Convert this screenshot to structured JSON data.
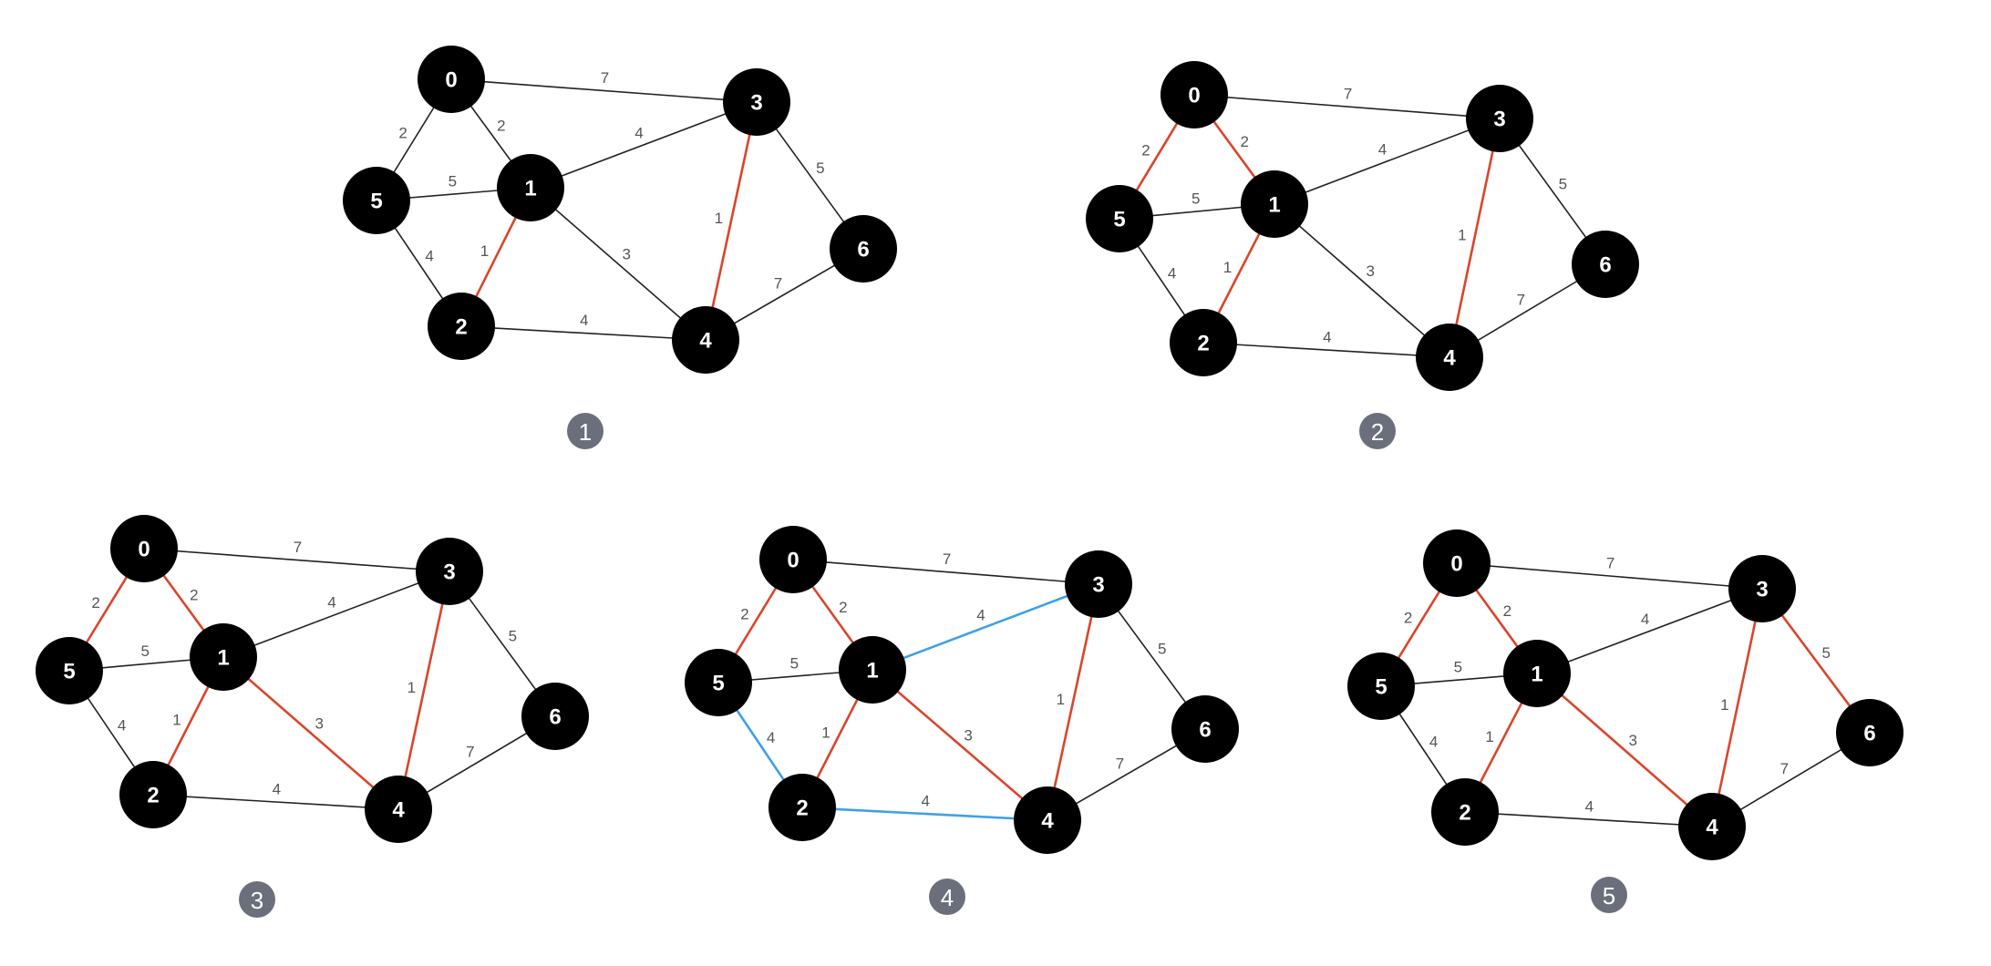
{
  "colors": {
    "normal_edge": "#222222",
    "tree_edge": "#d9452b",
    "candidate_edge": "#3fa0e6",
    "node_fill": "#000000",
    "step_badge": "#6b6f7b"
  },
  "graph": {
    "nodes": [
      "0",
      "1",
      "2",
      "3",
      "4",
      "5",
      "6"
    ],
    "edges": [
      {
        "id": "0-3",
        "from": "0",
        "to": "3",
        "weight": "7"
      },
      {
        "id": "0-5",
        "from": "0",
        "to": "5",
        "weight": "2"
      },
      {
        "id": "0-1",
        "from": "0",
        "to": "1",
        "weight": "2"
      },
      {
        "id": "5-1",
        "from": "5",
        "to": "1",
        "weight": "5"
      },
      {
        "id": "1-3",
        "from": "1",
        "to": "3",
        "weight": "4"
      },
      {
        "id": "5-2",
        "from": "5",
        "to": "2",
        "weight": "4"
      },
      {
        "id": "1-2",
        "from": "1",
        "to": "2",
        "weight": "1"
      },
      {
        "id": "1-4",
        "from": "1",
        "to": "4",
        "weight": "3"
      },
      {
        "id": "3-4",
        "from": "3",
        "to": "4",
        "weight": "1"
      },
      {
        "id": "3-6",
        "from": "3",
        "to": "6",
        "weight": "5"
      },
      {
        "id": "2-4",
        "from": "2",
        "to": "4",
        "weight": "4"
      },
      {
        "id": "4-6",
        "from": "4",
        "to": "6",
        "weight": "7"
      }
    ]
  },
  "steps": [
    {
      "label": "1",
      "tree_edges": [
        "1-2",
        "3-4"
      ],
      "candidate_edges": []
    },
    {
      "label": "2",
      "tree_edges": [
        "1-2",
        "3-4",
        "0-5",
        "0-1"
      ],
      "candidate_edges": []
    },
    {
      "label": "3",
      "tree_edges": [
        "1-2",
        "3-4",
        "0-5",
        "0-1",
        "1-4"
      ],
      "candidate_edges": []
    },
    {
      "label": "4",
      "tree_edges": [
        "1-2",
        "3-4",
        "0-5",
        "0-1",
        "1-4"
      ],
      "candidate_edges": [
        "1-3",
        "5-2",
        "2-4"
      ]
    },
    {
      "label": "5",
      "tree_edges": [
        "1-2",
        "3-4",
        "0-5",
        "0-1",
        "1-4",
        "3-6"
      ],
      "candidate_edges": []
    }
  ]
}
